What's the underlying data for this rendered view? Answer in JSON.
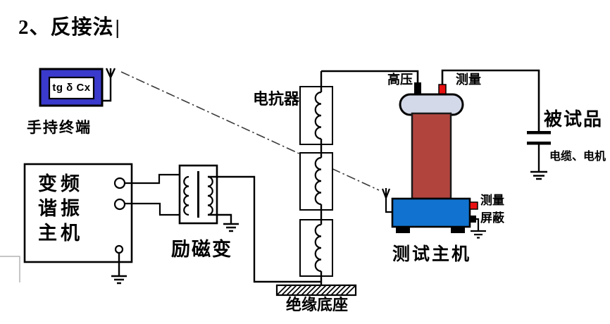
{
  "title": {
    "text": "2、反接法",
    "cursor": "|"
  },
  "handheld_terminal": {
    "display": "tg δ Cx",
    "label": "手持终端"
  },
  "main_machine": {
    "label_lines": [
      "变频",
      "谐振",
      "主机"
    ]
  },
  "excitation_transformer": {
    "label": "励磁变"
  },
  "reactor": {
    "label": "电抗器"
  },
  "insulation_base": {
    "label": "绝缘底座"
  },
  "test_machine": {
    "label": "测试主机",
    "terminals": {
      "hv": "高压",
      "measure_top": "测量",
      "measure_side": "测量",
      "shield": "屏蔽"
    }
  },
  "test_object": {
    "label": "被试品",
    "sublabel": "电缆、电机"
  },
  "colors": {
    "terminal_blue": "#3a3acc",
    "machine_blue": "#1173cf",
    "column_red": "#b2443e",
    "bushing_gray": "#d3d9e8",
    "terminal_red": "#e81010"
  }
}
